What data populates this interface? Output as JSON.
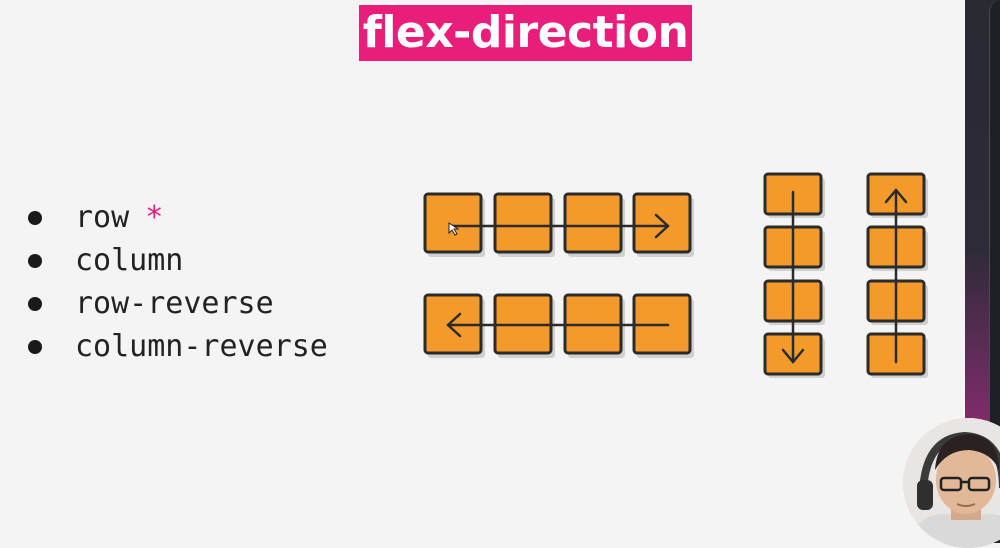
{
  "slide": {
    "title": "flex-direction",
    "options": [
      {
        "label": "row",
        "marker": "*"
      },
      {
        "label": "column"
      },
      {
        "label": "row-reverse"
      },
      {
        "label": "column-reverse"
      }
    ]
  },
  "diagram": {
    "rows": [
      {
        "direction": "row",
        "boxes": 4
      },
      {
        "direction": "row-reverse",
        "boxes": 4
      }
    ],
    "columns": [
      {
        "direction": "column",
        "boxes": 4
      },
      {
        "direction": "column-reverse",
        "boxes": 4
      }
    ]
  },
  "colors": {
    "accent": "#e91e7b",
    "box_fill": "#f39a2a",
    "box_stroke": "#2b2b2b",
    "background": "#f4f4f4"
  },
  "presenter": {
    "icon": "webcam-presenter"
  }
}
